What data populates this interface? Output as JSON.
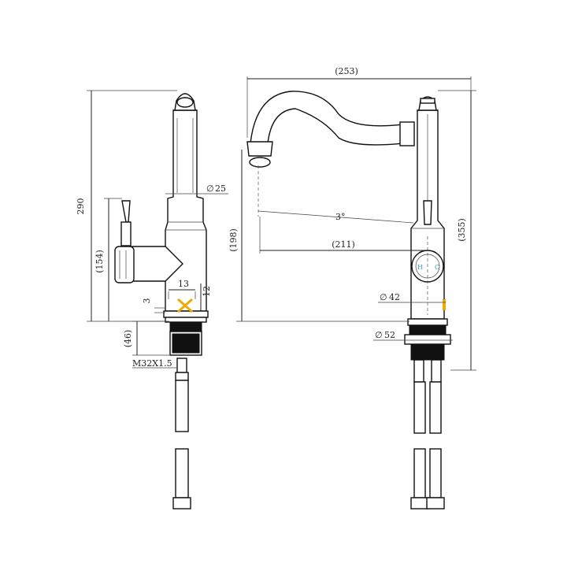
{
  "dimensions": {
    "height_total": "290",
    "handle_height": "(154)",
    "inlet_length": "(46)",
    "thread": "M32X1.5",
    "diameter_body": "25",
    "gap_13": "13",
    "gap_12": "12",
    "gap_3": "3",
    "spout_reach": "(253)",
    "spout_height": "(198)",
    "total_height_right": "(355)",
    "angle": "3°",
    "spout_inner": "(211)",
    "diameter_base": "42",
    "diameter_flange": "52"
  },
  "labels": {
    "hot": "H",
    "cold": "C",
    "diameter_symbol": "∅"
  },
  "colors": {
    "line": "#222222",
    "hot_cold": "#2aa7d6",
    "marker": "#f2a900"
  }
}
